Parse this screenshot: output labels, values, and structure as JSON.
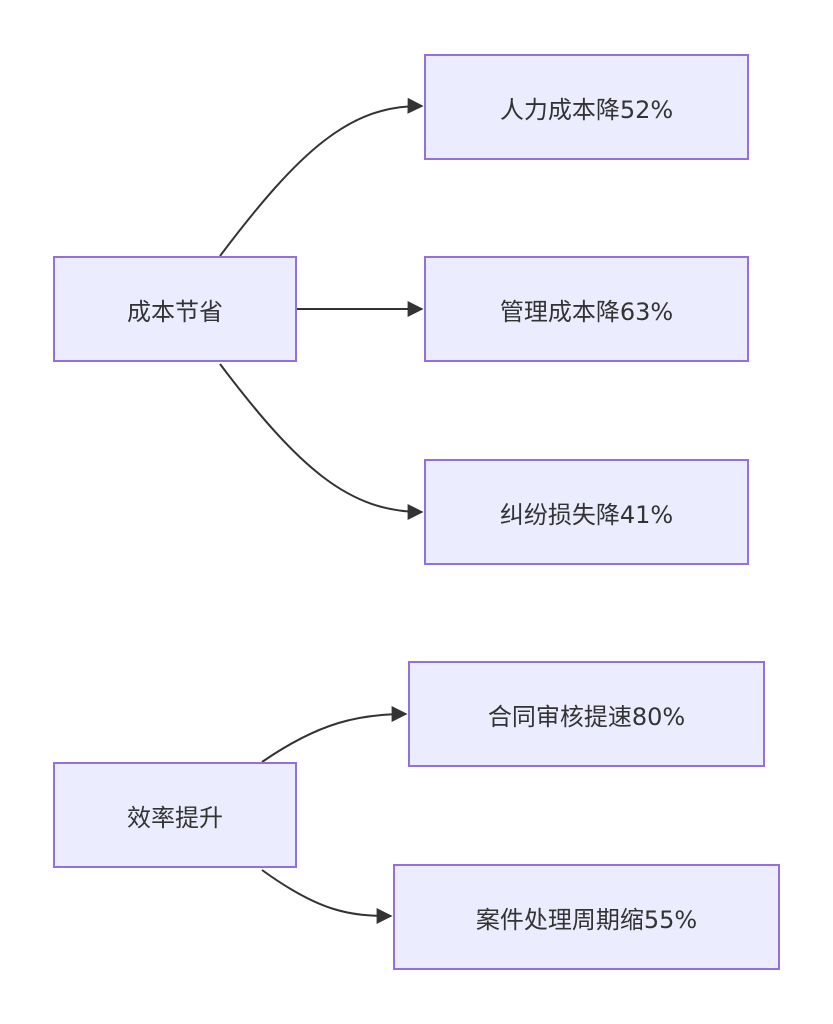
{
  "diagram": {
    "colors": {
      "node_fill": "#ECECFF",
      "node_border": "#9370DB",
      "edge": "#333333",
      "text": "#333333"
    },
    "groups": [
      {
        "source": "成本节省",
        "targets": [
          "人力成本降52%",
          "管理成本降63%",
          "纠纷损失降41%"
        ]
      },
      {
        "source": "效率提升",
        "targets": [
          "合同审核提速80%",
          "案件处理周期缩55%"
        ]
      }
    ]
  }
}
